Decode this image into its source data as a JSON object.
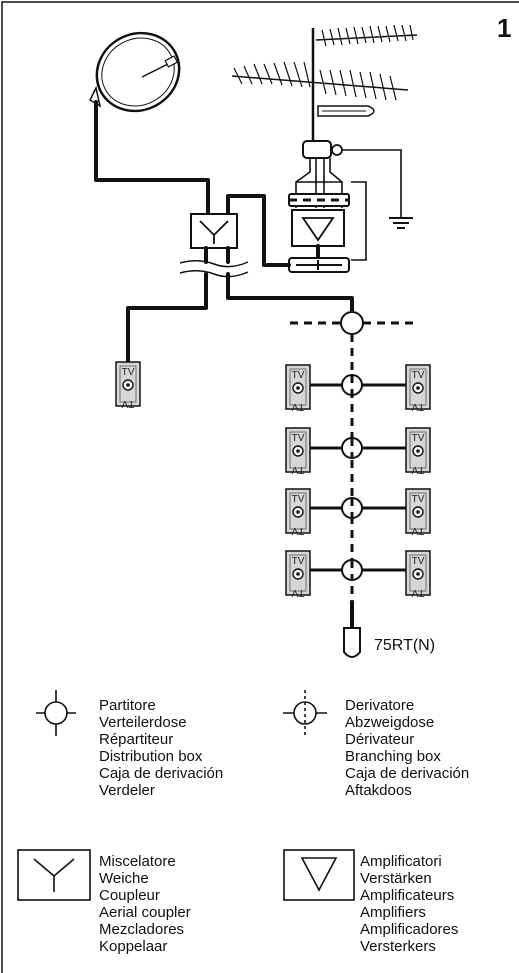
{
  "figure": {
    "number": "1",
    "termination_label": "75RT(N)",
    "outlet_label": "TV"
  },
  "legend": {
    "splitter": {
      "icon": "splitter-icon",
      "lines": [
        "Partitore",
        "Verteilerdose",
        "Répartiteur",
        "Distribution box",
        "Caja de derivación",
        "Verdeler"
      ]
    },
    "tap": {
      "icon": "tap-icon",
      "lines": [
        "Derivatore",
        "Abzweigdose",
        "Dérivateur",
        "Branching box",
        "Caja de derivación",
        "Aftakdoos"
      ]
    },
    "mixer": {
      "icon": "mixer-icon",
      "lines": [
        "Miscelatore",
        "Weiche",
        "Coupleur",
        "Aerial coupler",
        "Mezcladores",
        "Koppelaar"
      ]
    },
    "amplifier": {
      "icon": "amplifier-icon",
      "lines": [
        "Amplificatori",
        "Verstärken",
        "Amplificateurs",
        "Amplifiers",
        "Amplificadores",
        "Versterkers"
      ]
    }
  },
  "colors": {
    "line": "#111111",
    "outlet_fill": "#d6d6d6"
  }
}
